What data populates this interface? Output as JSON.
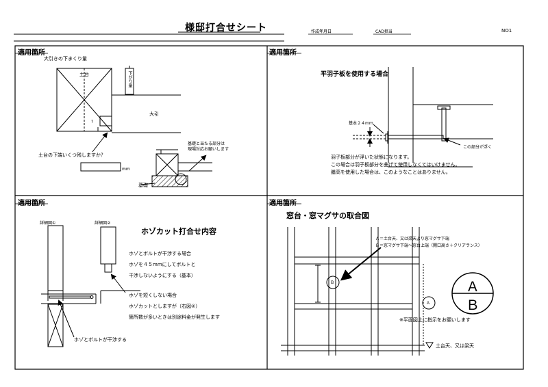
{
  "header": {
    "title": "様邸打合せシート",
    "date_label": "作成年月日",
    "cad_label": "CAD担当",
    "page_no": "NO1"
  },
  "panel1": {
    "section": "適用箇所",
    "subtitle": "大引きの下まくり量",
    "dodai": "土台",
    "sagari": "下がり量",
    "obiki": "大引",
    "question": "?",
    "ask": "土台の下端いくつ残しますか？",
    "mm": "mm",
    "kiso_note_1": "基礎と当たる部分は",
    "kiso_note_2": "現場対応お願いします",
    "kiso": "基礎"
  },
  "panel2": {
    "section": "適用箇所",
    "title": "平羽子板を使用する場合",
    "dim": "基本２４mm",
    "float": "この部分が浮く",
    "note_1": "羽子板部分が浮いた状態になります。",
    "note_2": "この場合は羽子板部分を曲げて使用しなくてはいけません。",
    "note_3": "膳高を使用した場合は、このようなことはありません。"
  },
  "panel3": {
    "section": "適用箇所",
    "detail1": "詳細図①",
    "detail2": "詳細図②",
    "title": "ホゾカット打合せ内容",
    "l1": "ホゾとボルトが干渉する場合",
    "l2": "ホゾを４５mmにしてボルトと",
    "l3": "干渉しないようにする（基本）",
    "l4": "ホゾを短くしない場合",
    "l5": "ホゾカットとしますが（右図②）",
    "l6": "箇所数が多いときは別途料金が発生します",
    "l7": "ホゾとボルトが干渉する"
  },
  "panel4": {
    "section": "適用箇所",
    "title": "窓台・窓マグサの取合図",
    "legend_a": "Ａ＝土台天、又は梁天より窓マグサ下端",
    "legend_b": "Ｂ＝窓マグサ下端～窓台上端（開口高さ＋クリアランス）",
    "label_a": "Ａ",
    "label_b": "Ｂ",
    "note": "※平面図上に指示をお願いします",
    "bottom": "土台天、又は梁天"
  }
}
